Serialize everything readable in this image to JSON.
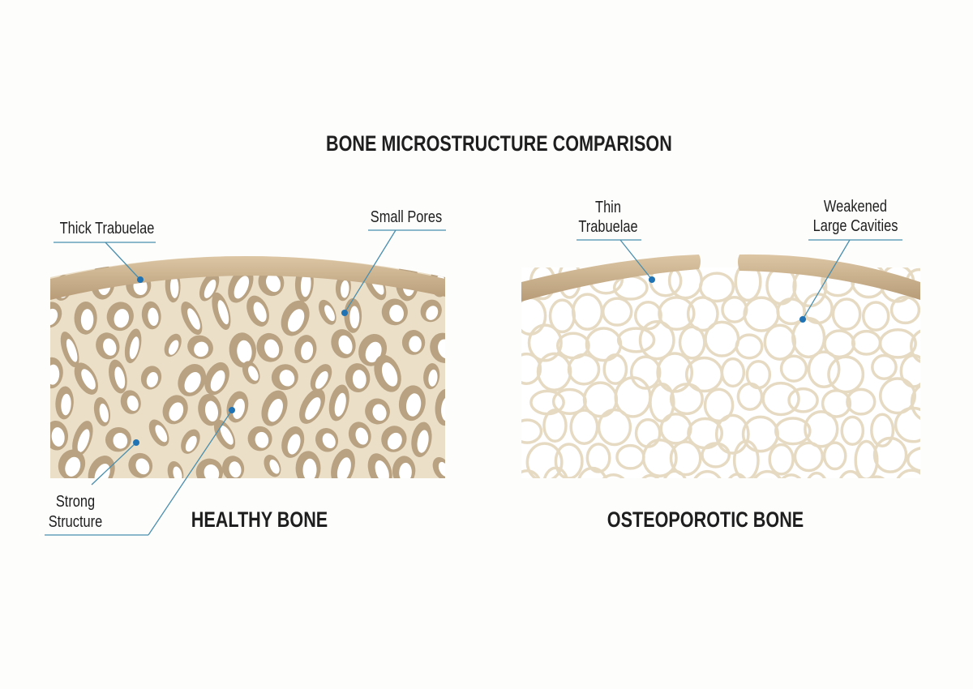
{
  "title": "BONE MICROSTRUCTURE COMPARISON",
  "healthy": {
    "caption": "HEALTHY BONE",
    "labels": {
      "thick_trabeculae": "Thick Trabuelae",
      "small_pores": "Small Pores",
      "strong_line1": "Strong",
      "strong_line2": "Structure"
    }
  },
  "osteoporotic": {
    "caption": "OSTEOPOROTIC BONE",
    "labels": {
      "thin_line1": "Thin",
      "thin_line2": "Trabuelae",
      "weak_line1": "Weakened",
      "weak_line2": "Large Cavities"
    }
  },
  "colors": {
    "bone": "#ebdfc8",
    "cortex": "#c9b08e",
    "pore_shadow": "#b8a282",
    "leader": "#4a8fae",
    "dot": "#1f73b4"
  }
}
